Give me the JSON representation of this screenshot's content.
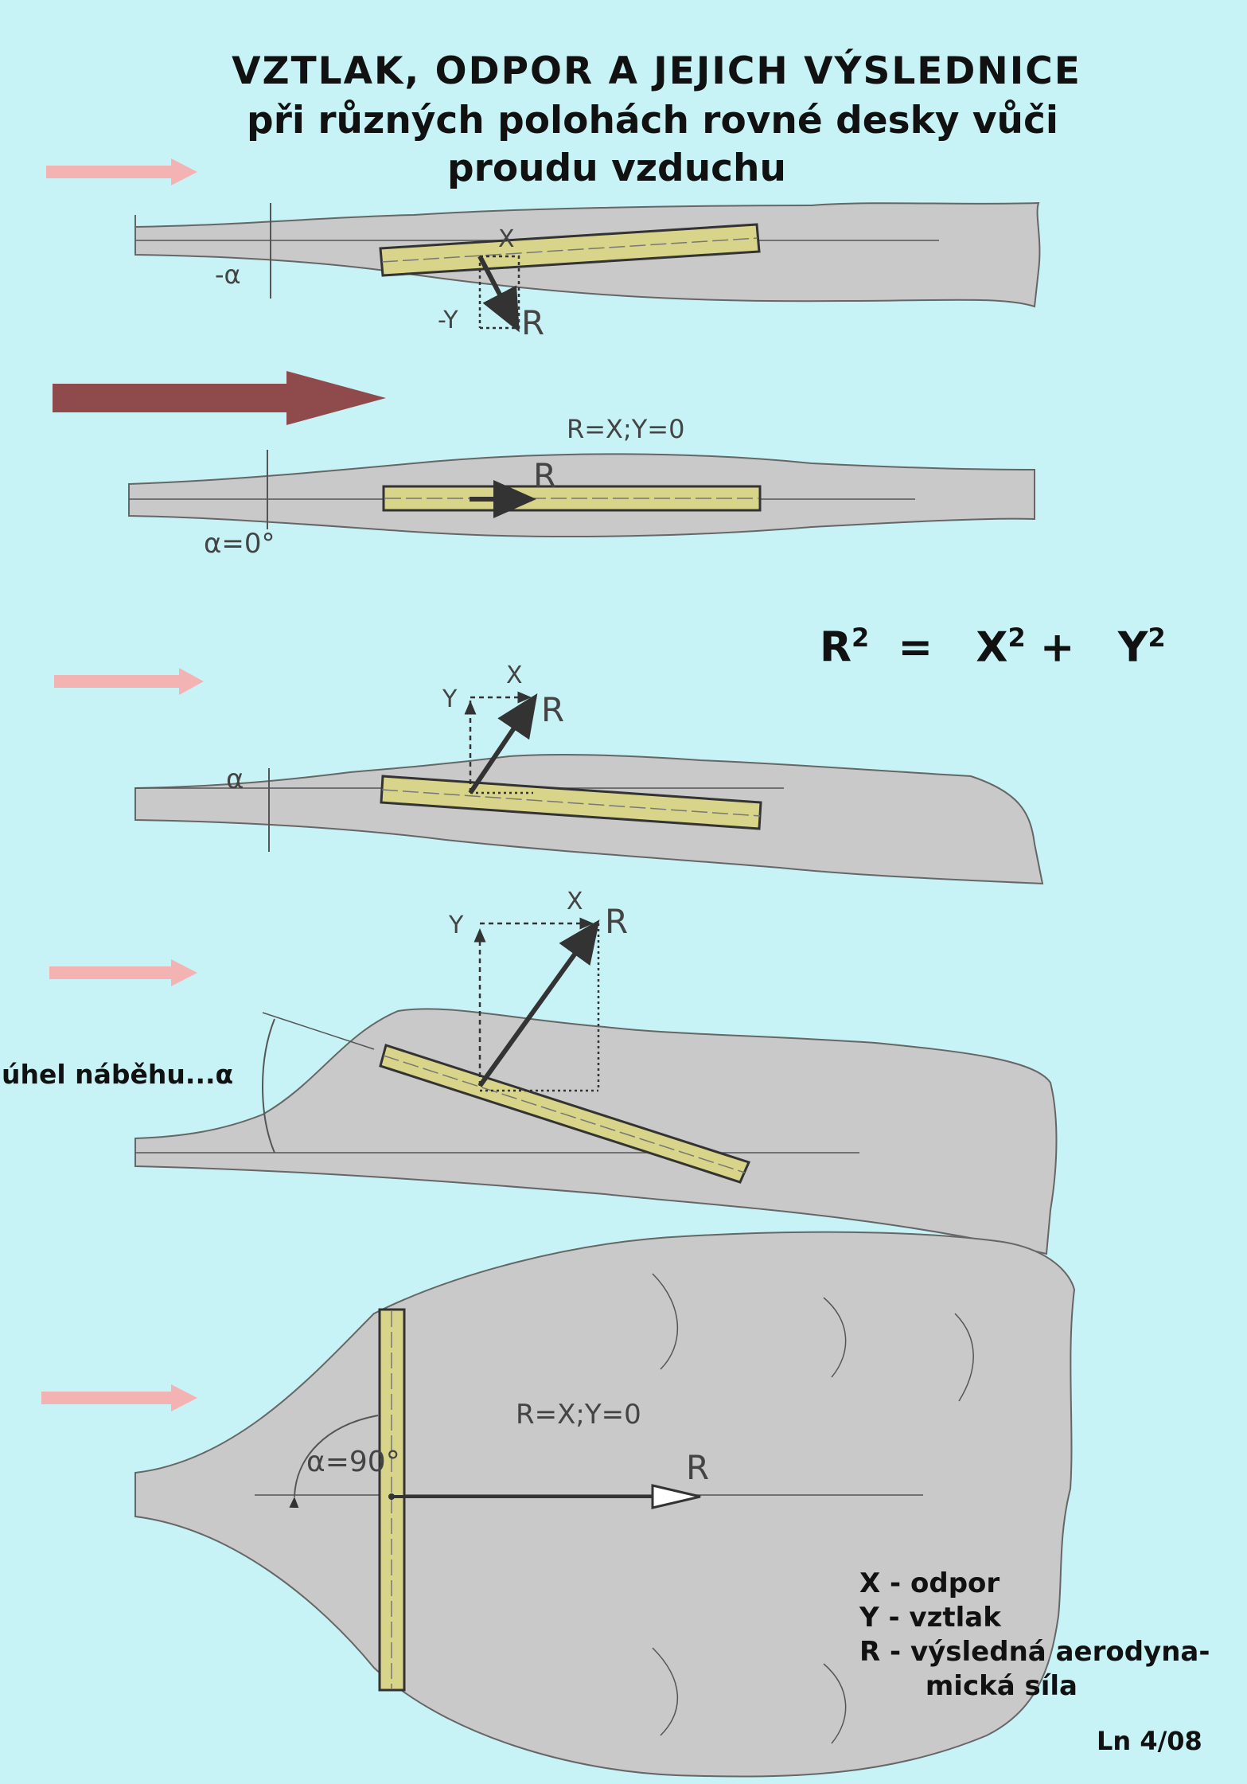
{
  "title": {
    "line1": "VZTLAK, ODPOR  A  JEJICH  VÝSLEDNICE",
    "line2": "při různých polohách rovné desky vůči",
    "line3": "proudu vzduchu"
  },
  "formula": {
    "lhs": "R",
    "eq": "=",
    "x": "X",
    "plus": "+",
    "y": "Y",
    "exp": "2"
  },
  "diagram1": {
    "angle": "-α",
    "x": "X",
    "y": "-Y",
    "r": "R"
  },
  "diagram2": {
    "caption": "R=X;Y=0",
    "angle": "α=0°",
    "r": "R"
  },
  "diagram3": {
    "angle": "α",
    "x": "X",
    "y": "Y",
    "r": "R"
  },
  "diagram4": {
    "x": "X",
    "y": "Y",
    "r": "R"
  },
  "side_label": "úhel  náběhu...α",
  "diagram5": {
    "caption": "R=X;Y=0",
    "angle": "α=90°",
    "r": "R"
  },
  "legend": {
    "line1": "X - odpor",
    "line2": "Y - vztlak",
    "line3": "R - výsledná aerodyna-",
    "line4": "       mická síla"
  },
  "page_number": "Ln 4/08",
  "colors": {
    "background": "#c8f3f6",
    "wake": "#c9c9c9",
    "plate": "#d8d48a",
    "arrow_pink": "#f4b3b3",
    "arrow_dark": "#8f4b4b"
  }
}
